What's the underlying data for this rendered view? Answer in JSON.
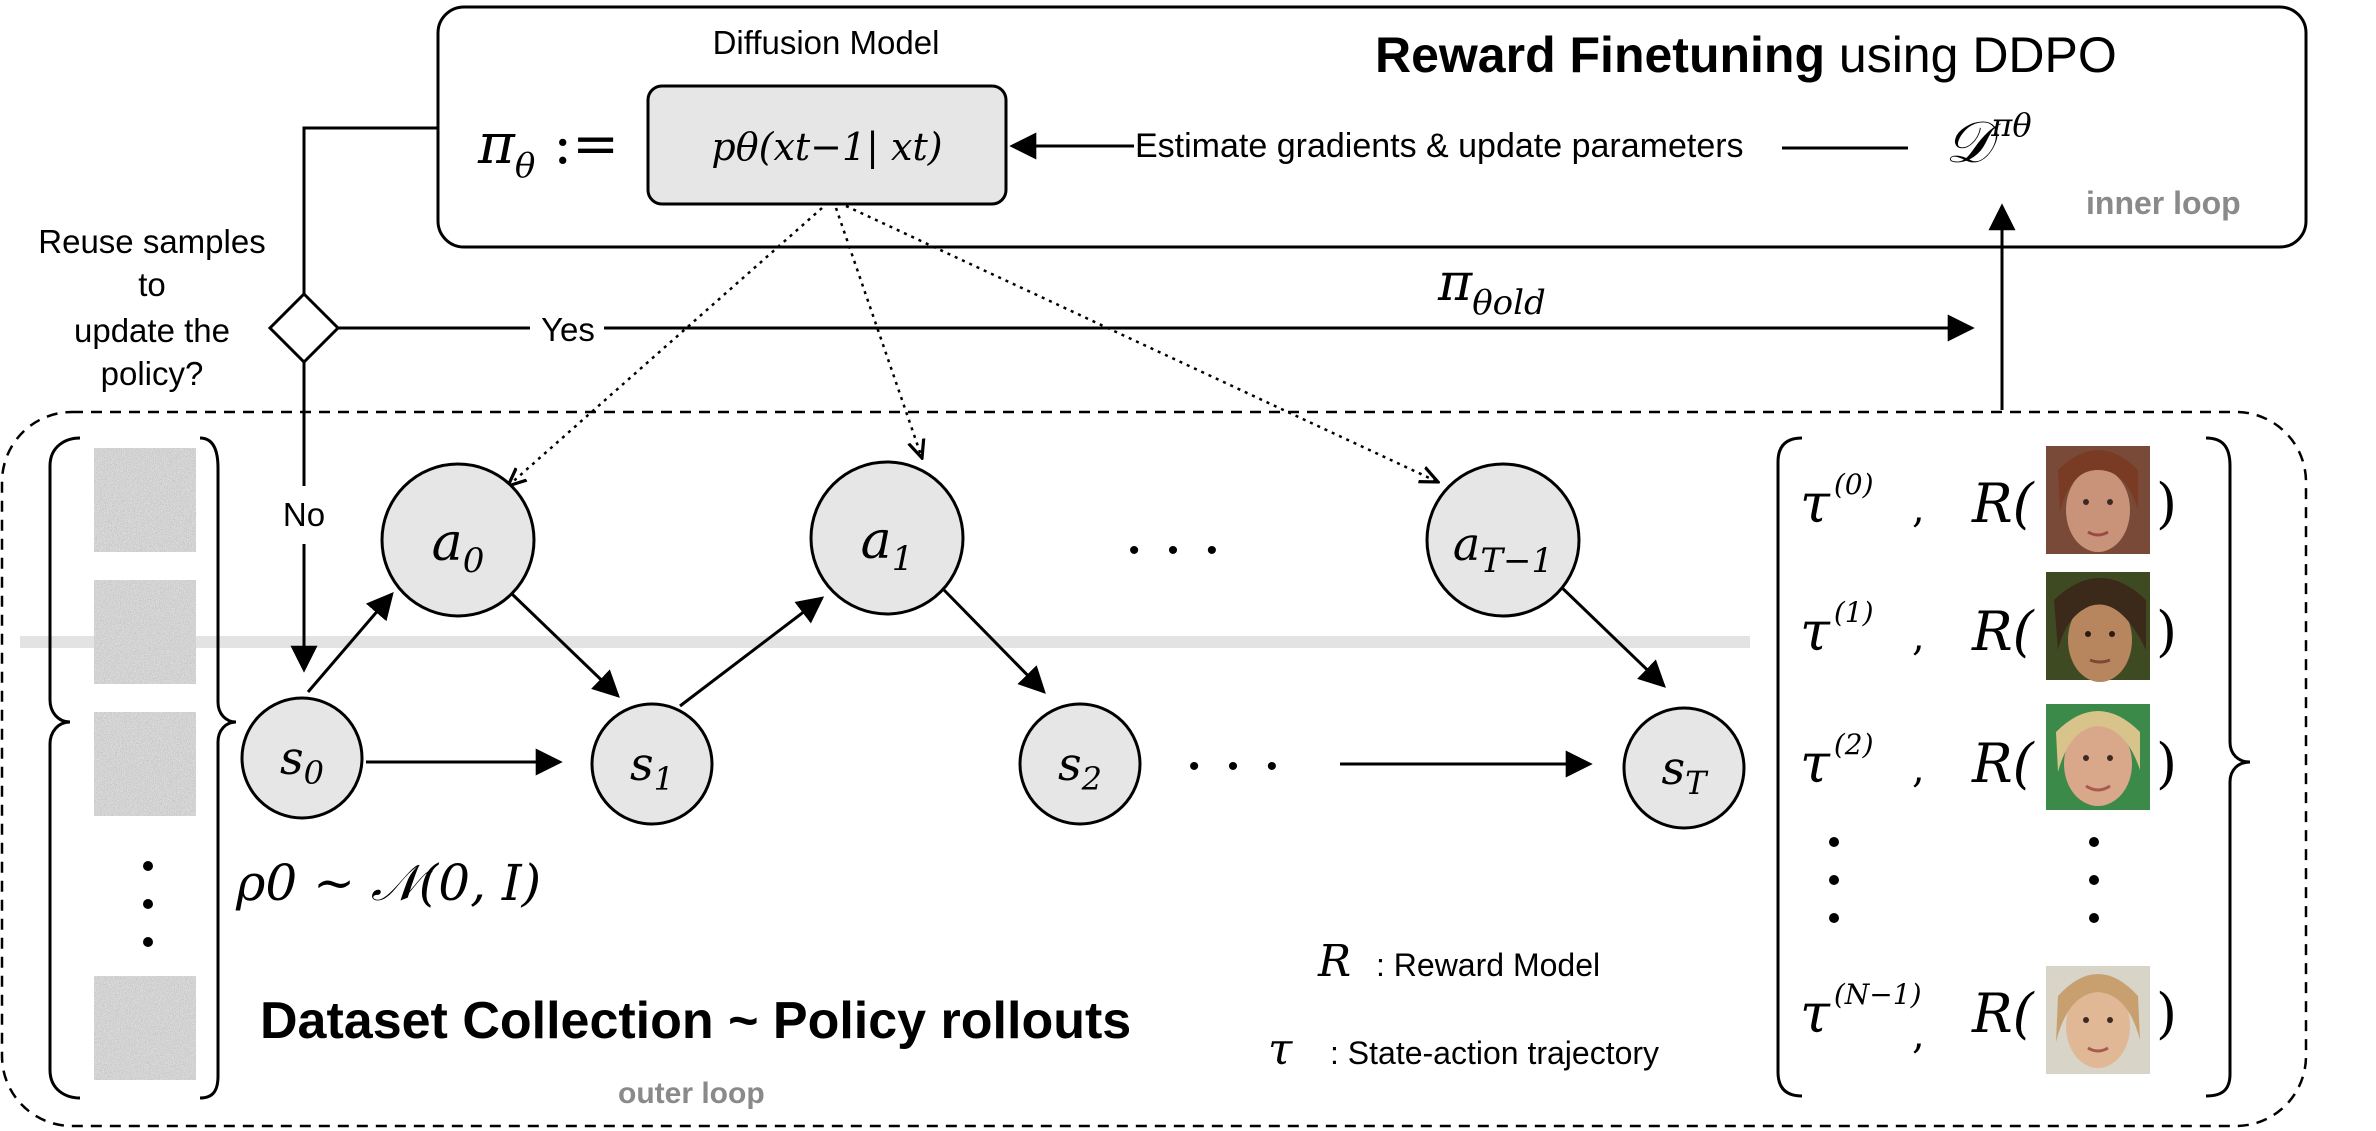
{
  "inner_panel": {
    "title_bold": "Reward Finetuning",
    "title_rest": " using DDPO",
    "loop_label": "inner loop",
    "model_caption": "Diffusion Model",
    "policy_def": "π",
    "policy_sub": "θ",
    "policy_assign": ":=",
    "model_formula": "pθ(xt−1| xt)",
    "update_label": "Estimate gradients & update parameters",
    "dataset_symbol": "𝒟",
    "dataset_sup": "πθ"
  },
  "decision": {
    "question_lines": [
      "Reuse samples",
      "to",
      "update the",
      "policy?"
    ],
    "yes_label": "Yes",
    "no_label": "No",
    "old_policy": "π",
    "old_policy_sub": "θold"
  },
  "outer_panel": {
    "title": "Dataset Collection ~ Policy rollouts",
    "loop_label": "outer loop",
    "initial_dist": "ρ0 ~ 𝒩(0, I)"
  },
  "mdp": {
    "states": [
      {
        "name": "s",
        "sub": "0"
      },
      {
        "name": "s",
        "sub": "1"
      },
      {
        "name": "s",
        "sub": "2"
      },
      {
        "name": "s",
        "sub": "T"
      }
    ],
    "actions": [
      {
        "name": "a",
        "sub": "0"
      },
      {
        "name": "a",
        "sub": "1"
      },
      {
        "name": "a",
        "sub": "T−1"
      }
    ],
    "ellipsis": "• • •"
  },
  "trajectories": [
    {
      "tau": "τ",
      "sup": "(0)",
      "comma": ",",
      "reward": "R("
    },
    {
      "tau": "τ",
      "sup": "(1)",
      "comma": ",",
      "reward": "R("
    },
    {
      "tau": "τ",
      "sup": "(2)",
      "comma": ",",
      "reward": "R("
    },
    {
      "tau": "τ",
      "sup": "(N−1)",
      "comma": ",",
      "reward": "R("
    }
  ],
  "legend": {
    "r_symbol": "R",
    "r_text": ": Reward Model",
    "tau_symbol": "τ",
    "tau_text": ": State-action trajectory"
  },
  "colors": {
    "node_fill": "#e6e6e6",
    "loop_label": "#8a8a8a",
    "face_skin": "#c9937a",
    "face_hair_1": "#7a3b24",
    "face_hair_2": "#3b2a1a",
    "face_hair_3": "#d8c48a",
    "face_hair_4": "#c8a070",
    "noise_base": "#8a8a90"
  }
}
